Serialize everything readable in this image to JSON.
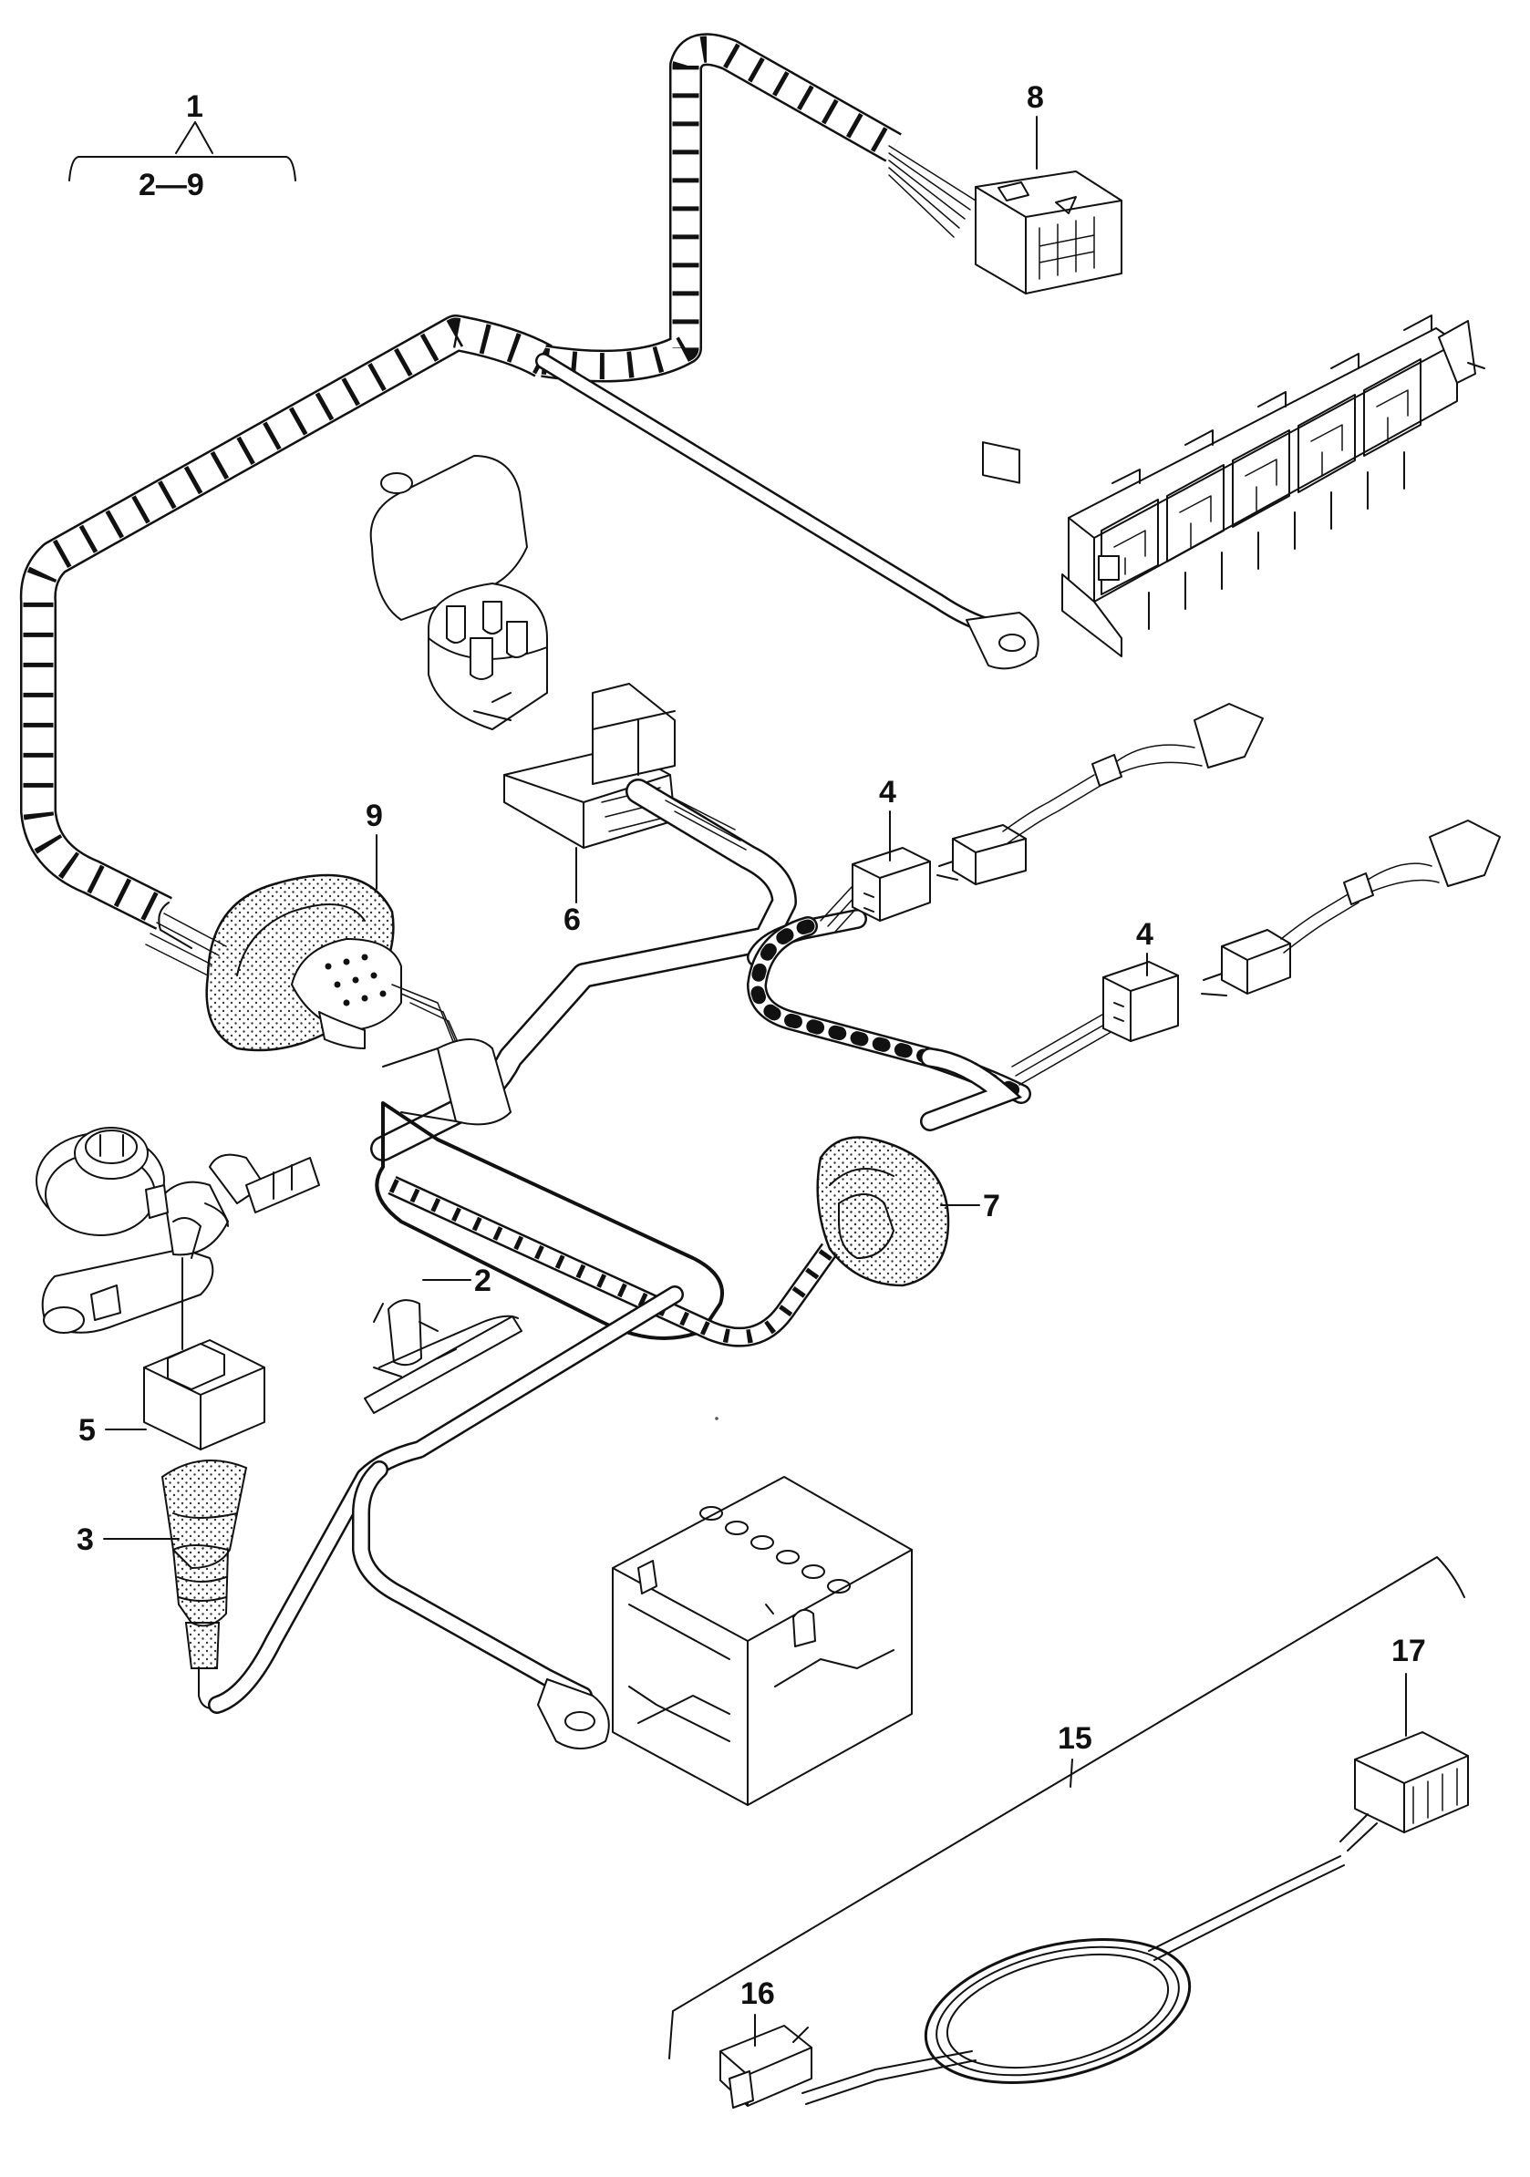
{
  "callouts": {
    "c1": "1",
    "c1_range": "2—9",
    "c2": "2",
    "c3": "3",
    "c4a": "4",
    "c4b": "4",
    "c5": "5",
    "c6": "6",
    "c7": "7",
    "c8": "8",
    "c9": "9",
    "c15": "15",
    "c16": "16",
    "c17": "17"
  }
}
